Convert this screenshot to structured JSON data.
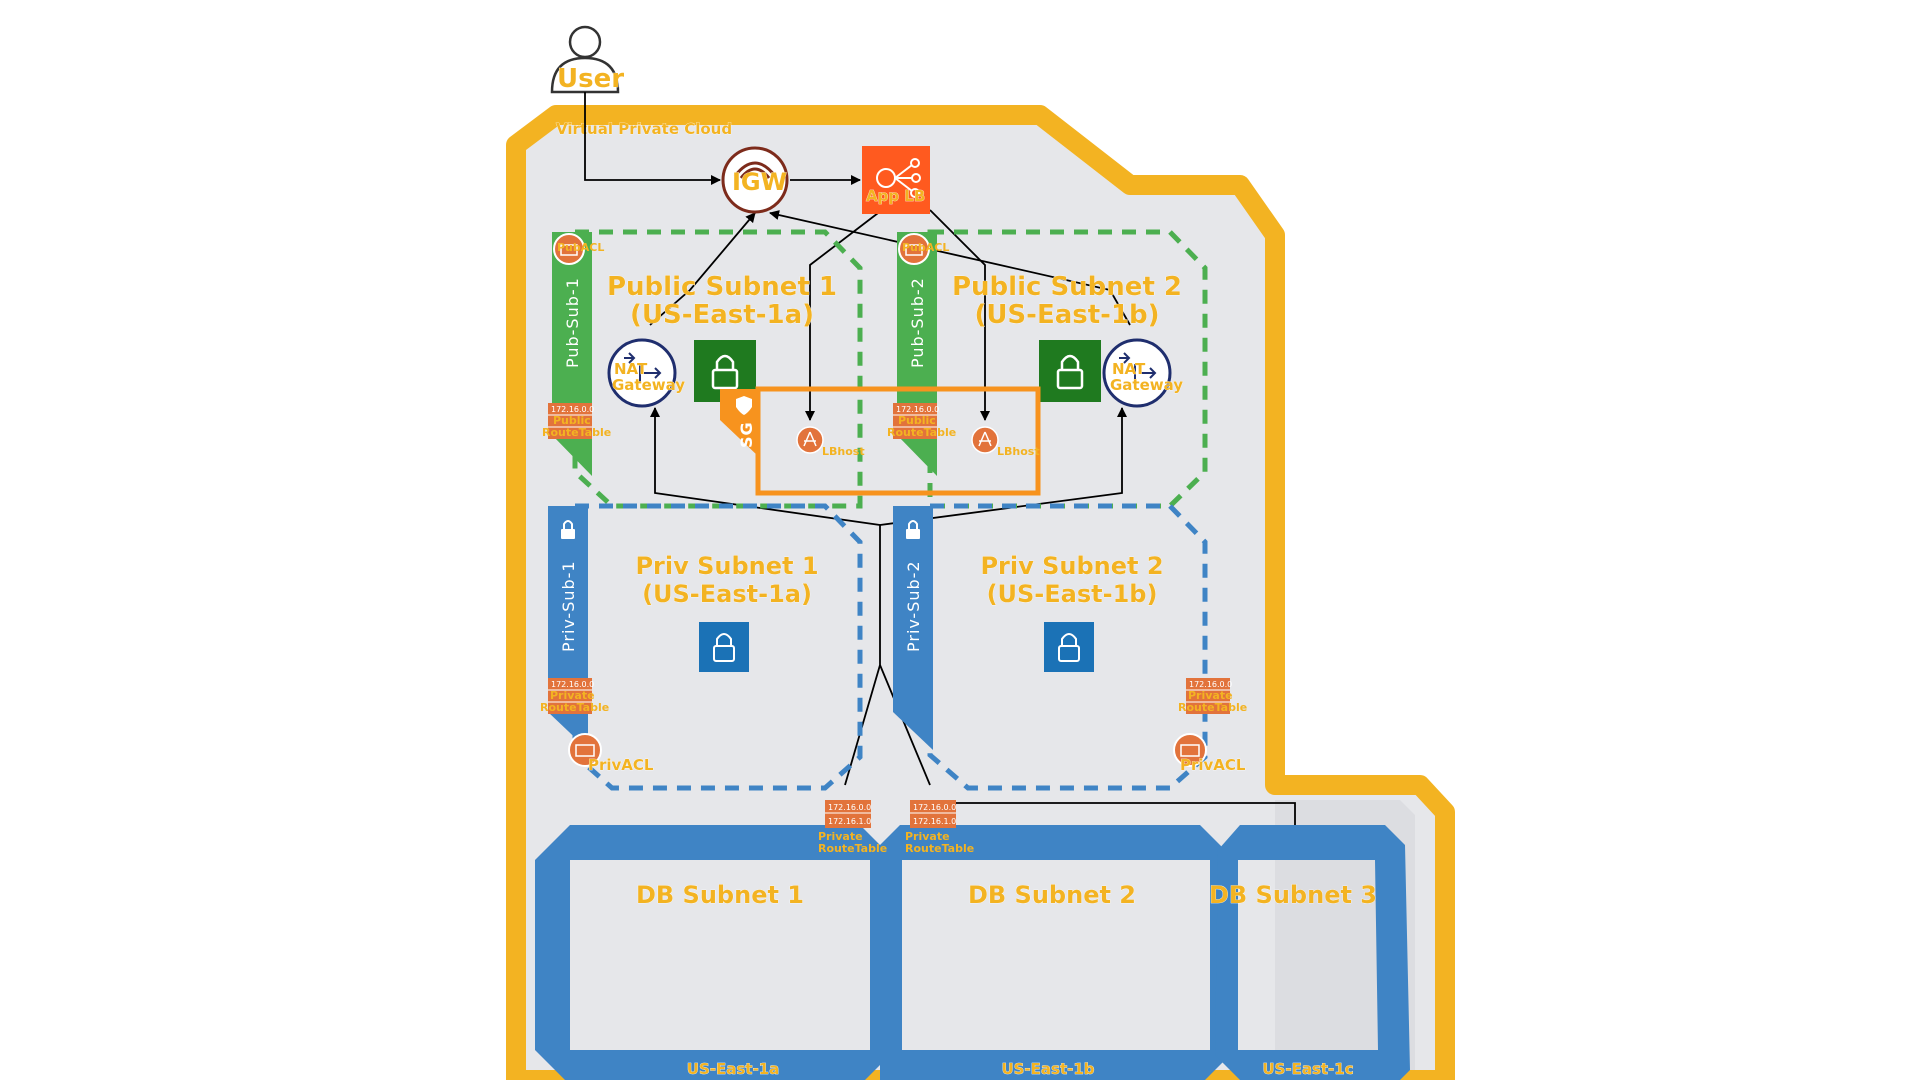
{
  "user": {
    "label": "User"
  },
  "vpc": {
    "label": "Virtual Private Cloud"
  },
  "igw": {
    "label": "IGW"
  },
  "app_lb": {
    "label": "App LB"
  },
  "public_subnets": [
    {
      "tag": "Pub-Sub-1",
      "acl": "PubACL",
      "name": "Public Subnet 1",
      "az": "(US-East-1a)",
      "nat": "NAT",
      "nat_sub": "Gateway",
      "route_cidr": "172.16.0.0",
      "route_name_1": "Public",
      "route_name_2": "RouteTable"
    },
    {
      "tag": "Pub-Sub-2",
      "acl": "PubACL",
      "name": "Public Subnet 2",
      "az": "(US-East-1b)",
      "nat": "NAT",
      "nat_sub": "Gateway",
      "route_cidr": "172.16.0.0",
      "route_name_1": "Public",
      "route_name_2": "RouteTable"
    }
  ],
  "security_group": {
    "label": "SG",
    "hosts": [
      "LBhost",
      "LBhost"
    ]
  },
  "private_subnets": [
    {
      "tag": "Priv-Sub-1",
      "name": "Priv Subnet 1",
      "az": "(US-East-1a)",
      "acl": "PrivACL",
      "route_cidr": "172.16.0.0",
      "route_name_1": "Private",
      "route_name_2": "RouteTable"
    },
    {
      "tag": "Priv-Sub-2",
      "name": "Priv Subnet 2",
      "az": "(US-East-1b)",
      "acl": "PrivACL",
      "route_cidr": "172.16.0.0",
      "route_name_1": "Private",
      "route_name_2": "RouteTable"
    }
  ],
  "db_route_tables": [
    {
      "cidr_1": "172.16.0.0",
      "cidr_2": "172.16.1.0",
      "name_1": "Private",
      "name_2": "RouteTable"
    },
    {
      "cidr_1": "172.16.0.0",
      "cidr_2": "172.16.1.0",
      "name_1": "Private",
      "name_2": "RouteTable"
    }
  ],
  "db_subnets": [
    {
      "name": "DB Subnet 1",
      "az": "US-East-1a"
    },
    {
      "name": "DB Subnet 2",
      "az": "US-East-1b"
    },
    {
      "name": "DB Subnet 3",
      "az": "US-East-1c"
    }
  ],
  "colors": {
    "vpc_border": "#f3b322",
    "vpc_fill": "#e6e7ea",
    "public_green": "#4caf50",
    "private_blue": "#3f84c5",
    "igw": "#7d2b1b",
    "app_lb": "#ff5a1f",
    "sg_orange": "#f7931e",
    "lock_green": "#1f7a1f",
    "lock_blue": "#1b72b6",
    "route_table": "#e2733b",
    "acl": "#e2733b",
    "nat": "#1f2e6e"
  }
}
